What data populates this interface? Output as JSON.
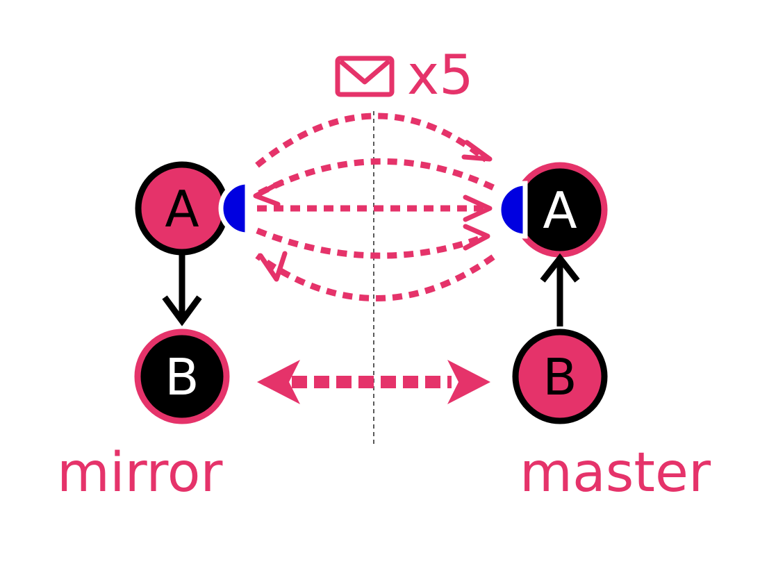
{
  "colors": {
    "pink": "#E5336A",
    "black": "#000000",
    "blue": "#0000E0",
    "white": "#FFFFFF"
  },
  "envelope": {
    "icon": "envelope-icon",
    "count_label": "x5"
  },
  "mirror": {
    "caption": "mirror",
    "node_a": {
      "label": "A"
    },
    "node_b": {
      "label": "B"
    }
  },
  "master": {
    "caption": "master",
    "node_a": {
      "label": "A"
    },
    "node_b": {
      "label": "B"
    }
  }
}
